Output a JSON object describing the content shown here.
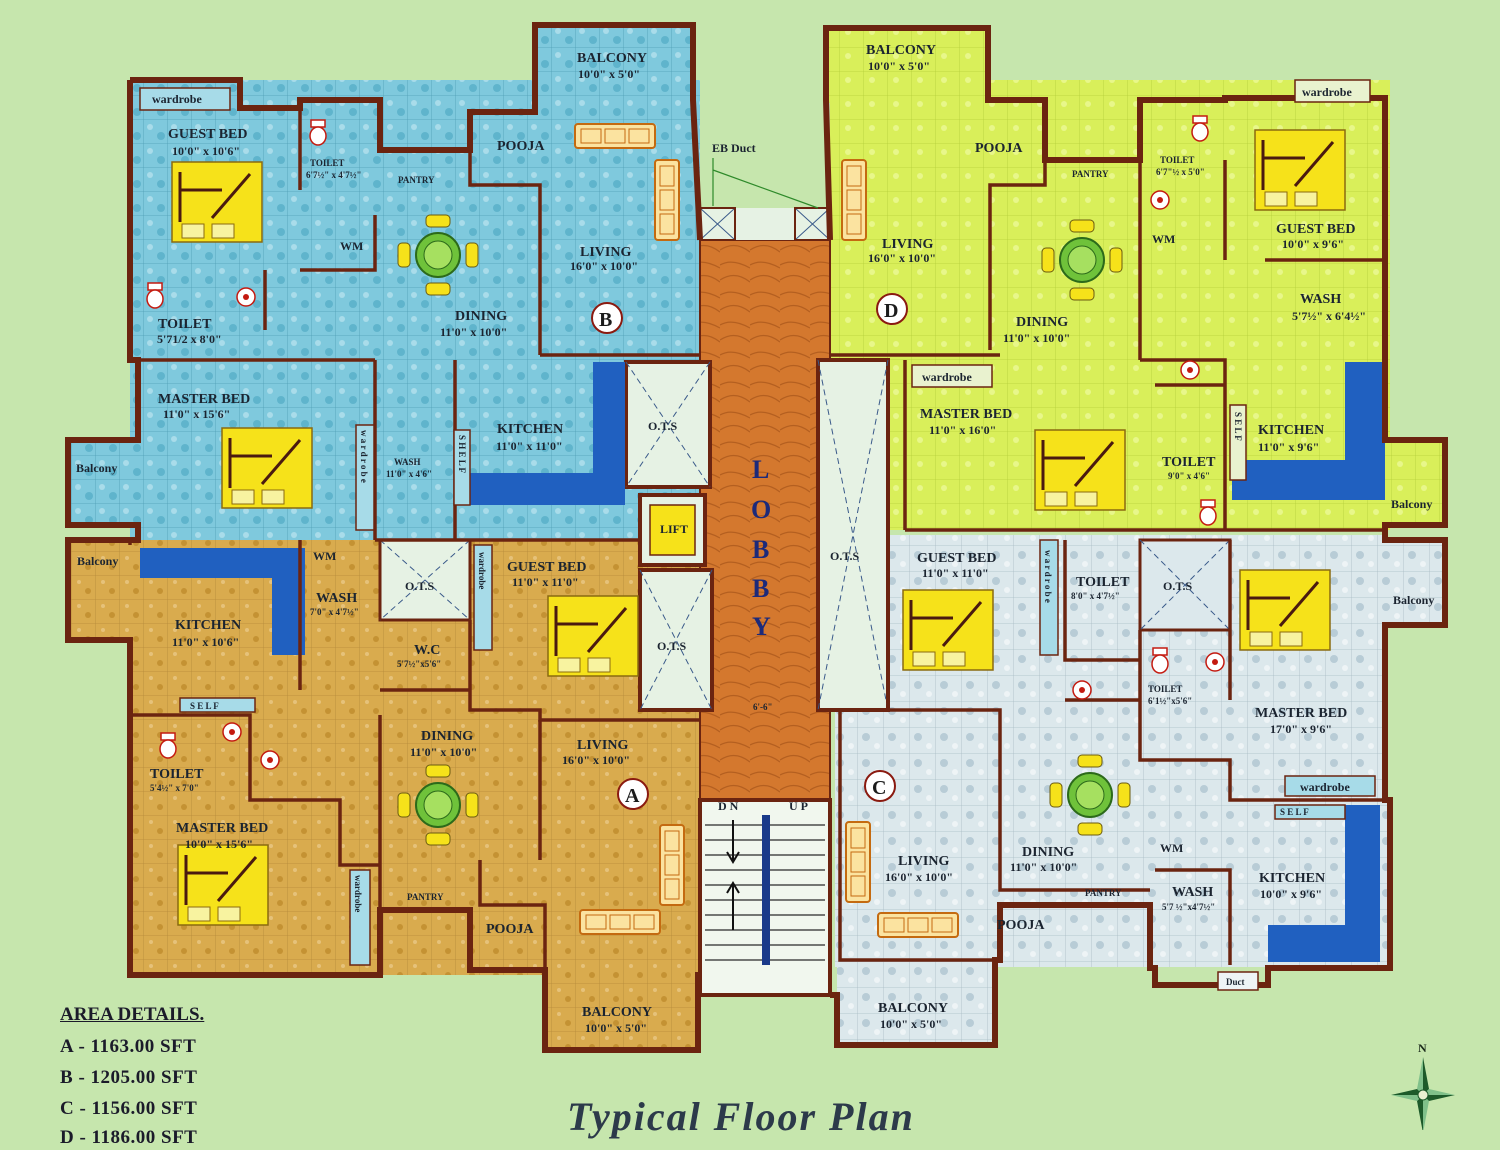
{
  "title": "Typical Floor Plan",
  "area_details": {
    "heading": "AREA DETAILS.",
    "rows": [
      {
        "unit": "A",
        "text": " - 1163.00 SFT"
      },
      {
        "unit": "B",
        "text": " - 1205.00 SFT"
      },
      {
        "unit": "C",
        "text": " - 1156.00 SFT"
      },
      {
        "unit": "D",
        "text": " - 1186.00 SFT"
      }
    ]
  },
  "compass": {
    "north": "N"
  },
  "core": {
    "lobby_letters": [
      "L",
      "O",
      "B",
      "B",
      "Y"
    ],
    "lift": "LIFT",
    "ots": "O.T.S",
    "eb_duct": "EB Duct",
    "dn": "D N",
    "up": "U P",
    "stair_dim": "6'-6\"",
    "duct": "Duct"
  },
  "units": {
    "A": {
      "marker": "A",
      "living": {
        "name": "LIVING",
        "dim": "16'0\" x 10'0\""
      },
      "dining": {
        "name": "DINING",
        "dim": "11'0\" x 10'0\""
      },
      "guest_bed": {
        "name": "GUEST BED",
        "dim": "11'0\" x 11'0\""
      },
      "master_bed": {
        "name": "MASTER BED",
        "dim": "10'0\" x 15'6\""
      },
      "kitchen": {
        "name": "KITCHEN",
        "dim": "11'0\" x 10'6\""
      },
      "toilet": {
        "name": "TOILET",
        "dim": "5'4½\" x 7'0\""
      },
      "wc": {
        "name": "W.C",
        "dim": "5'7½\"x5'6\""
      },
      "wash": {
        "name": "WASH",
        "dim": "7'0\" x 4'7½\""
      },
      "wm": "WM",
      "pooja": "POOJA",
      "pantry": "PANTRY",
      "self": "S E L F",
      "wardrobe": "wardrobe",
      "wardrobe2": "wardrobe",
      "balcony": {
        "name": "BALCONY",
        "dim": "10'0\" x 5'0\""
      },
      "balcony_side": "Balcony"
    },
    "B": {
      "marker": "B",
      "balcony": {
        "name": "BALCONY",
        "dim": "10'0\" x 5'0\""
      },
      "pooja": "POOJA",
      "living": {
        "name": "LIVING",
        "dim": "16'0\" x 10'0\""
      },
      "dining": {
        "name": "DINING",
        "dim": "11'0\" x 10'0\""
      },
      "guest_bed": {
        "name": "GUEST BED",
        "dim": "10'0\" x 10'6\""
      },
      "toilet1": {
        "name": "TOILET",
        "dim": "6'7½\" x 4'7½\""
      },
      "toilet2": {
        "name": "TOILET",
        "dim": "5'71/2 x 8'0\""
      },
      "master_bed": {
        "name": "MASTER BED",
        "dim": "11'0\" x 15'6\""
      },
      "kitchen": {
        "name": "KITCHEN",
        "dim": "11'0\" x 11'0\""
      },
      "wash": {
        "name": "WASH",
        "dim": "11'0\" x 4'6\""
      },
      "wm": "WM",
      "pantry": "PANTRY",
      "shelf": "S H E L F",
      "wardrobe": "wardrobe",
      "wardrobe2": "w a r d r o b e",
      "balcony_side": "Balcony"
    },
    "C": {
      "marker": "C",
      "guest_bed": {
        "name": "GUEST BED",
        "dim": "11'0\" x 11'0\""
      },
      "toilet1": {
        "name": "TOILET",
        "dim": "8'0\" x 4'7½\""
      },
      "toilet2": {
        "name": "TOILET",
        "dim": "6'1½\"x5'6\""
      },
      "master_bed": {
        "name": "MASTER BED",
        "dim": "17'0\" x 9'6\""
      },
      "living": {
        "name": "LIVING",
        "dim": "16'0\" x 10'0\""
      },
      "dining": {
        "name": "DINING",
        "dim": "11'0\" x 10'0\""
      },
      "kitchen": {
        "name": "KITCHEN",
        "dim": "10'0\" x 9'6\""
      },
      "wash": {
        "name": "WASH",
        "dim": "5'7 ½\"x4'7½\""
      },
      "wm": "WM",
      "pooja": "POOJA",
      "pantry": "PANTRY",
      "self": "S E L F",
      "wardrobe": "wardrobe",
      "wardrobe2": "w a r d r o b e",
      "balcony": {
        "name": "BALCONY",
        "dim": "10'0\" x 5'0\""
      },
      "balcony_side": "Balcony"
    },
    "D": {
      "marker": "D",
      "balcony": {
        "name": "BALCONY",
        "dim": "10'0\" x 5'0\""
      },
      "pooja": "POOJA",
      "living": {
        "name": "LIVING",
        "dim": "16'0\" x 10'0\""
      },
      "dining": {
        "name": "DINING",
        "dim": "11'0\" x 10'0\""
      },
      "guest_bed": {
        "name": "GUEST BED",
        "dim": "10'0\" x 9'6\""
      },
      "toilet1": {
        "name": "TOILET",
        "dim": "6'7\"½ x 5'0\""
      },
      "toilet2": {
        "name": "TOILET",
        "dim": "9'0\" x 4'6\""
      },
      "wash": {
        "name": "WASH",
        "dim": "5'7½\" x 6'4½\""
      },
      "master_bed": {
        "name": "MASTER BED",
        "dim": "11'0\" x 16'0\""
      },
      "kitchen": {
        "name": "KITCHEN",
        "dim": "11'0\" x 9'6\""
      },
      "wm": "WM",
      "pantry": "PANTRY",
      "self": "S E L F",
      "wardrobe": "wardrobe",
      "wardrobe2": "wardrobe",
      "balcony_side": "Balcony"
    }
  }
}
